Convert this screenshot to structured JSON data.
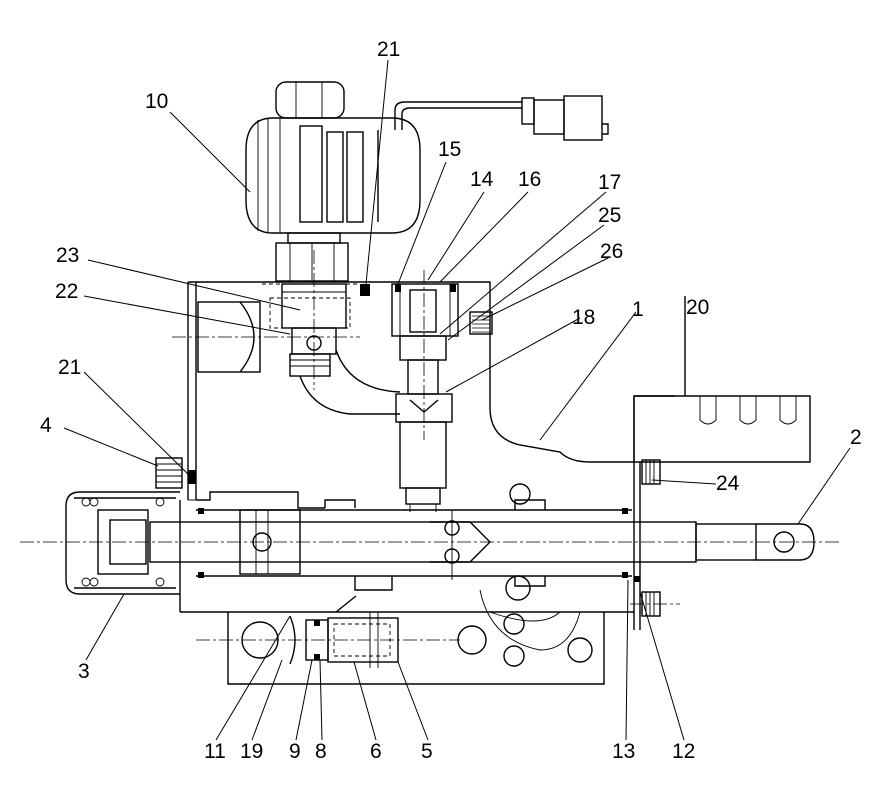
{
  "callouts": [
    {
      "id": "c21a",
      "text": "21"
    },
    {
      "id": "c10",
      "text": "10"
    },
    {
      "id": "c15",
      "text": "15"
    },
    {
      "id": "c14",
      "text": "14"
    },
    {
      "id": "c16",
      "text": "16"
    },
    {
      "id": "c17",
      "text": "17"
    },
    {
      "id": "c25",
      "text": "25"
    },
    {
      "id": "c26",
      "text": "26"
    },
    {
      "id": "c23",
      "text": "23"
    },
    {
      "id": "c22",
      "text": "22"
    },
    {
      "id": "c18",
      "text": "18"
    },
    {
      "id": "c1",
      "text": "1"
    },
    {
      "id": "c20",
      "text": "20"
    },
    {
      "id": "c21b",
      "text": "21"
    },
    {
      "id": "c4",
      "text": "4"
    },
    {
      "id": "c2",
      "text": "2"
    },
    {
      "id": "c24",
      "text": "24"
    },
    {
      "id": "c3",
      "text": "3"
    },
    {
      "id": "c11",
      "text": "11"
    },
    {
      "id": "c19",
      "text": "19"
    },
    {
      "id": "c9",
      "text": "9"
    },
    {
      "id": "c8",
      "text": "8"
    },
    {
      "id": "c6",
      "text": "6"
    },
    {
      "id": "c5",
      "text": "5"
    },
    {
      "id": "c13",
      "text": "13"
    },
    {
      "id": "c12",
      "text": "12"
    }
  ]
}
